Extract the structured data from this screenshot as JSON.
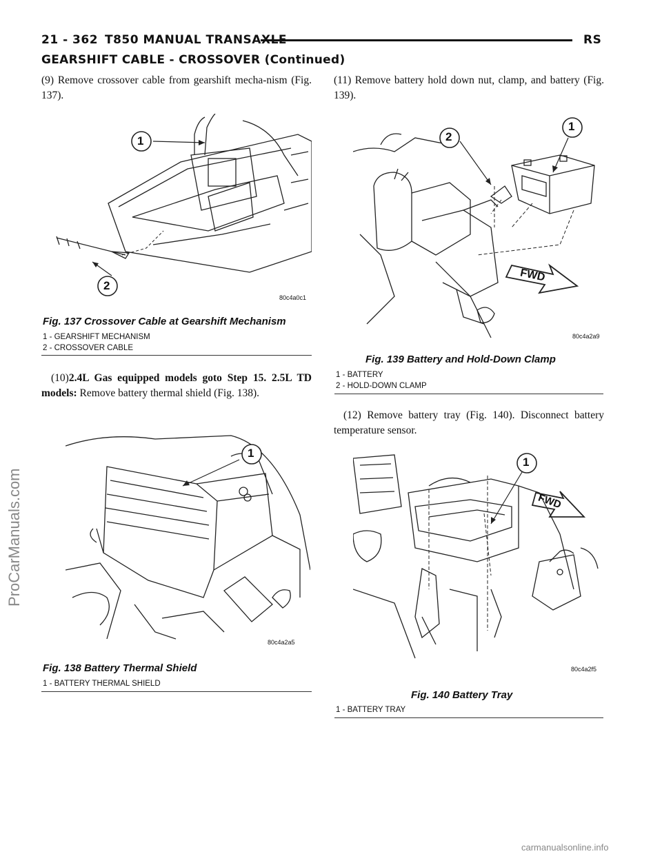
{
  "header": {
    "page": "21 - 362",
    "title": "T850 MANUAL TRANSAXLE",
    "code": "RS"
  },
  "section_title": "GEARSHIFT CABLE - CROSSOVER (Continued)",
  "left": {
    "step9": "(9) Remove crossover cable from gearshift mecha-nism (Fig. 137).",
    "fig137": {
      "callout1": "1",
      "callout2": "2",
      "code": "80c4a0c1",
      "caption": "Fig. 137 Crossover Cable at Gearshift Mechanism",
      "legend": [
        "1 - GEARSHIFT MECHANISM",
        "2 - CROSSOVER CABLE"
      ]
    },
    "step10": {
      "num": "(10)",
      "bold1": "2.4L Gas equipped models goto Step 15.",
      "bold2": "2.5L TD models:",
      "rest": "Remove battery thermal shield (Fig. 138)."
    },
    "fig138": {
      "callout1": "1",
      "code": "80c4a2a5",
      "caption": "Fig. 138 Battery Thermal Shield",
      "legend": [
        "1 - BATTERY THERMAL SHIELD"
      ]
    }
  },
  "right": {
    "step11": "(11) Remove battery hold down nut, clamp, and battery (Fig. 139).",
    "fig139": {
      "callout1": "1",
      "callout2": "2",
      "fwd": "FWD",
      "code": "80c4a2a9",
      "caption": "Fig. 139 Battery and Hold-Down Clamp",
      "legend": [
        "1 - BATTERY",
        "2 - HOLD-DOWN CLAMP"
      ]
    },
    "step12": "(12) Remove battery tray (Fig. 140). Disconnect battery temperature sensor.",
    "fig140": {
      "callout1": "1",
      "fwd": "FWD",
      "code": "80c4a2f5",
      "caption": "Fig. 140 Battery Tray",
      "legend": [
        "1 - BATTERY TRAY"
      ]
    }
  },
  "watermark_side": "ProCarManuals.com",
  "footer": "carmanualsonline.info"
}
